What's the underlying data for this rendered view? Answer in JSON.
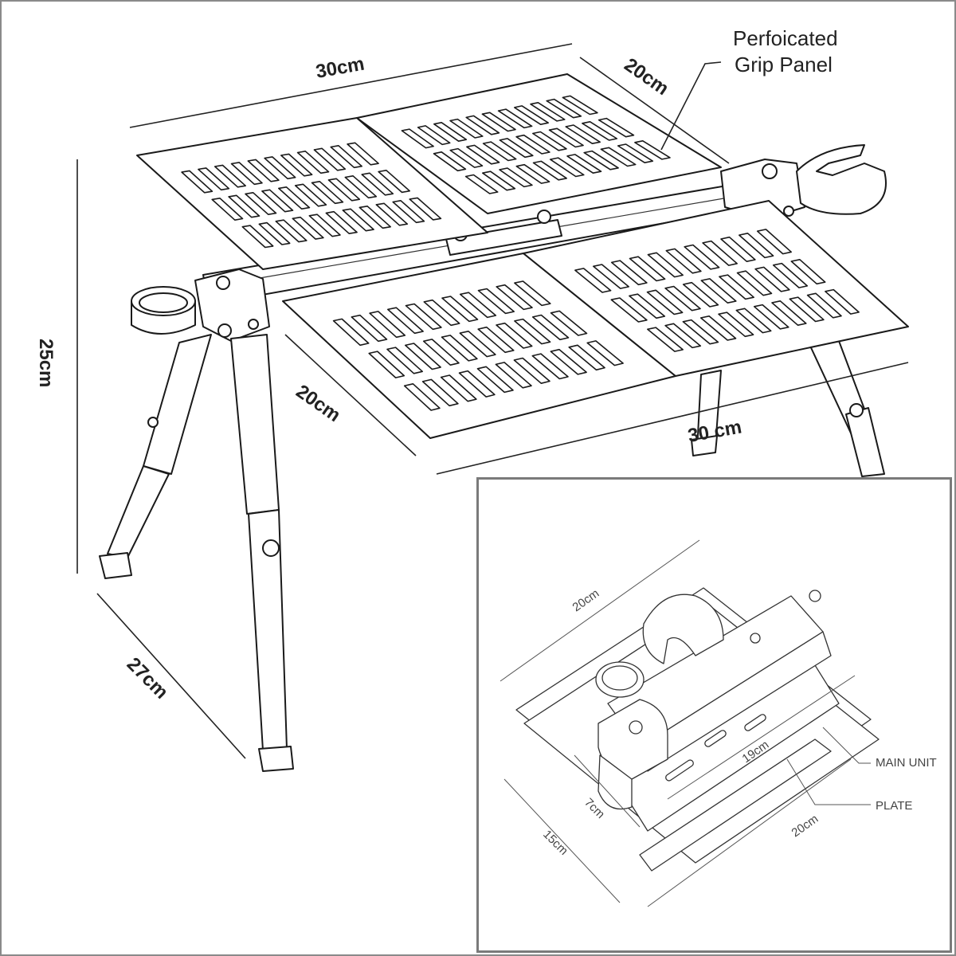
{
  "main_view": {
    "dimensions": {
      "top_length": "30cm",
      "top_depth": "20cm",
      "height": "25cm",
      "front_depth": "20cm",
      "front_length": "30 cm",
      "leg_length": "27cm"
    },
    "callout": {
      "line1": "Perfoicated",
      "line2": "Grip Panel"
    }
  },
  "inset_view": {
    "dimensions": {
      "top_length": "20cm",
      "inner_length": "19cm",
      "width": "7cm",
      "depth": "15cm",
      "bottom_length": "20cm"
    },
    "labels": {
      "main_unit": "MAIN UNIT",
      "plate": "PLATE"
    }
  }
}
